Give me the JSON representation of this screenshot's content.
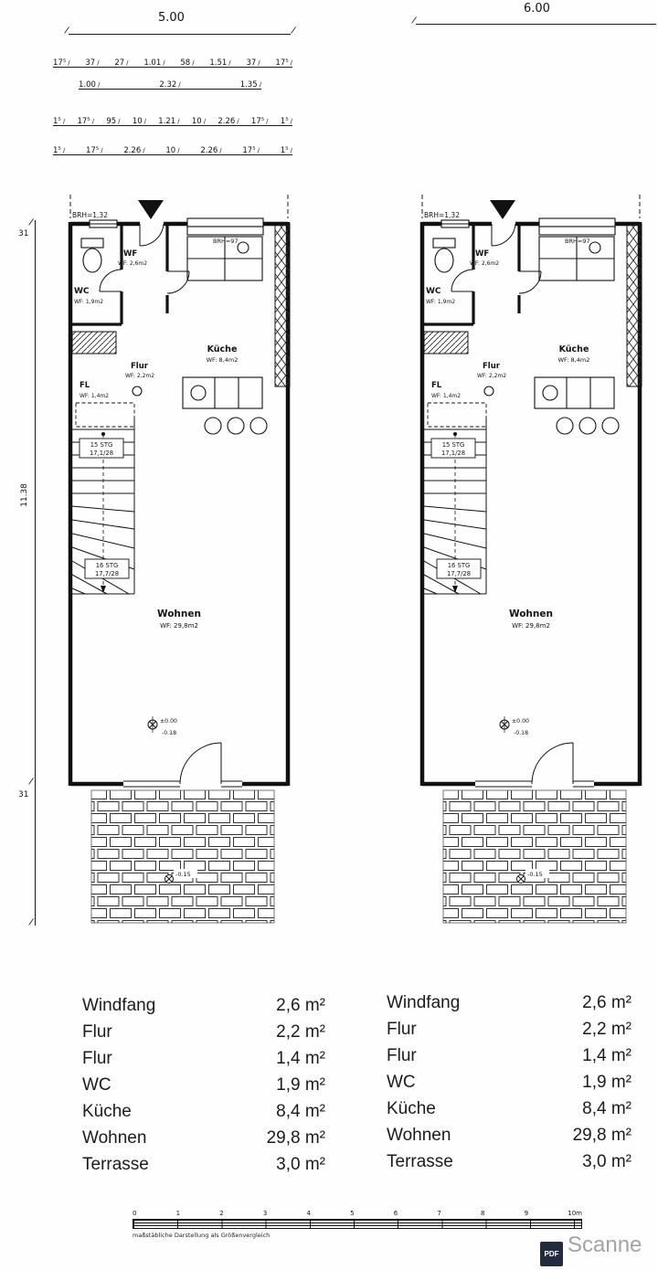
{
  "dims": {
    "left_total": "5.00",
    "right_total": "6.00",
    "row1a": [
      "17⁵",
      "37",
      "27",
      "1.01",
      "58",
      "1.51",
      "37",
      "17⁵"
    ],
    "row1b": [
      "1.00",
      "2.32",
      "1.35"
    ],
    "row2": [
      "1⁵",
      "17⁵",
      "95",
      "10",
      "1.21",
      "10",
      "2.26",
      "17⁵",
      "1⁵"
    ],
    "row3": [
      "1⁵",
      "17⁵",
      "2.26",
      "10",
      "2.26",
      "17⁵",
      "1⁵"
    ],
    "vert_top": "31",
    "vert_mid": "11.38",
    "vert_bottom": "31"
  },
  "plan": {
    "brh_top": "BRH=1,32",
    "entry_wf_label": "WF",
    "entry_wf_area": "WF: 2,6m2",
    "wc_label": "WC",
    "wc_area": "WF: 1,9m2",
    "kueche_label": "Küche",
    "kueche_area": "WF: 8,4m2",
    "brh_window": "BRH=97",
    "flur_label": "Flur",
    "flur_area": "WF: 2,2m2",
    "fl_label": "FL",
    "fl_area": "WF: 1,4m2",
    "stairs_upper_line1": "15 STG",
    "stairs_upper_line2": "17,1/28",
    "stairs_lower_line1": "16 STG",
    "stairs_lower_line2": "17,7/28",
    "wohnen_label": "Wohnen",
    "wohnen_area": "WF: 29,8m2",
    "level_zero": "±0.00",
    "level_entry": "-0.18",
    "terrace_level": "-0.15"
  },
  "area_table": {
    "rows": [
      {
        "label": "Windfang",
        "value": "2,6 m²"
      },
      {
        "label": "Flur",
        "value": "2,2 m²"
      },
      {
        "label": "Flur",
        "value": "1,4 m²"
      },
      {
        "label": "WC",
        "value": "1,9 m²"
      },
      {
        "label": "Küche",
        "value": "8,4 m²"
      },
      {
        "label": "Wohnen",
        "value": "29,8 m²"
      },
      {
        "label": "Terrasse",
        "value": "3,0 m²"
      }
    ]
  },
  "scale_bar": {
    "ticks": [
      "0",
      "1",
      "2",
      "3",
      "4",
      "5",
      "6",
      "7",
      "8",
      "9",
      "10m"
    ],
    "caption": "maßstäbliche Darstellung als Größenvergleich"
  },
  "watermark": {
    "pdf": "PDF",
    "text": "Scanne"
  }
}
